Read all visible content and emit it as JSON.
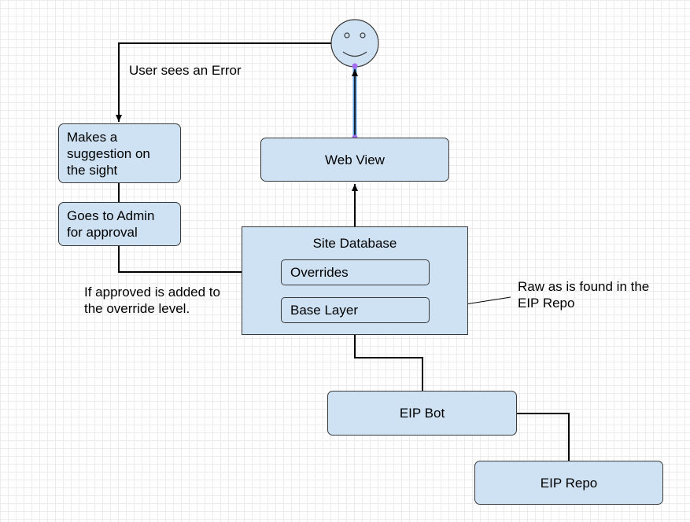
{
  "nodes": {
    "suggestion": "Makes a suggestion on the sight",
    "admin": "Goes to Admin for approval",
    "web_view": "Web View",
    "site_database": "Site Database",
    "overrides": "Overrides",
    "base_layer": "Base Layer",
    "eip_bot": "EIP Bot",
    "eip_repo": "EIP Repo"
  },
  "annotations": {
    "user_error": "User sees an Error",
    "approved": "If approved is added to the override level.",
    "raw": "Raw as is found in the EIP Repo"
  },
  "colors": {
    "box_fill": "#cfe2f3",
    "stroke": "#000000",
    "highlight_edge": "#4a90d9",
    "handle": "#a36cf0"
  },
  "icons": [
    "smiley-face-icon"
  ]
}
